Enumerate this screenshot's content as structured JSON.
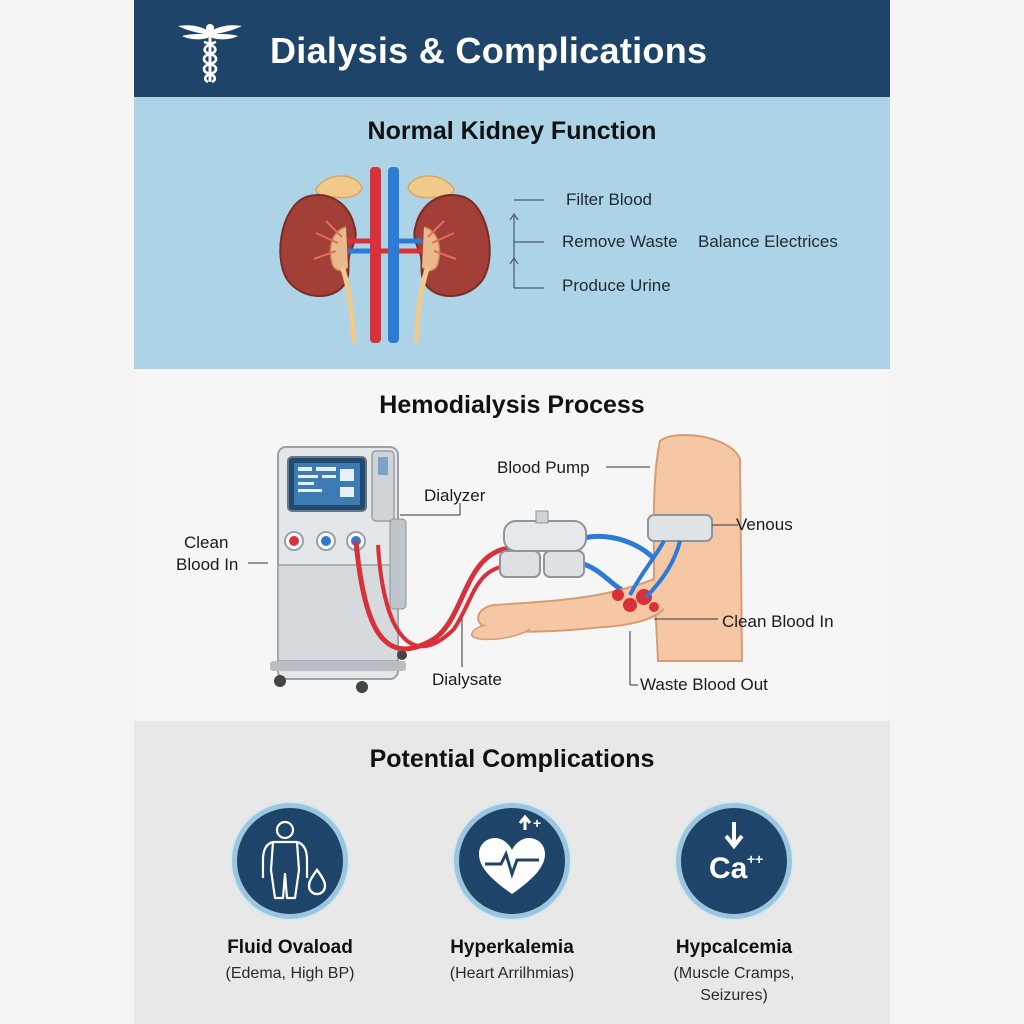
{
  "header": {
    "title": "Dialysis & Complications",
    "logo_icon": "caduceus-icon"
  },
  "kidney": {
    "title": "Normal Kidney Function",
    "functions": [
      "Filter Blood",
      "Remove Waste",
      "Balance Electrices",
      "Produce Urine"
    ]
  },
  "hemo": {
    "title": "Hemodialysis Process",
    "labels": {
      "blood_pump": "Blood Pump",
      "dialyzer": "Dialyzer",
      "clean_blood_in_left_1": "Clean",
      "clean_blood_in_left_2": "Blood In",
      "venous": "Venous",
      "clean_blood_in_right": "Clean Blood In",
      "dialysate": "Dialysate",
      "waste_blood_out": "Waste Blood Out"
    }
  },
  "complications": {
    "title": "Potential Complications",
    "items": [
      {
        "name": "Fluid Ovaload",
        "desc": "(Edema, High BP)",
        "icon": "body-droplet-icon"
      },
      {
        "name": "Hyperkalemia",
        "desc": "(Heart Arrilhmias)",
        "icon": "heart-pulse-icon"
      },
      {
        "name": "Hypcalcemia",
        "desc": "(Muscle Cramps, Seizures)",
        "icon_text": "Ca",
        "icon_sup": "++",
        "icon": "calcium-down-icon"
      }
    ]
  },
  "colors": {
    "header_bg": "#1e4569",
    "kidney_bg": "#acd4e6",
    "comp_bg": "#e8e8e8",
    "badge_ring": "#9cc6dd",
    "artery_red": "#d8313a",
    "vein_blue": "#2c7bd6"
  }
}
